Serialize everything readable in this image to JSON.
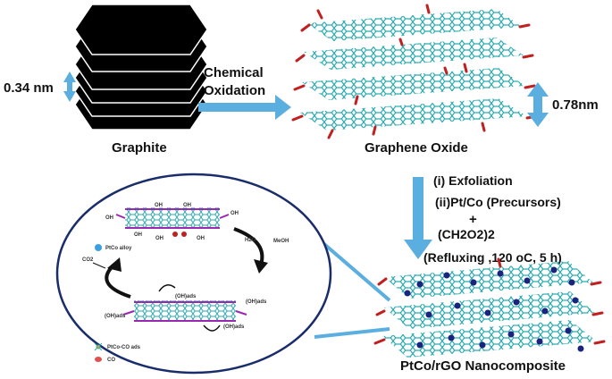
{
  "labels": {
    "graphite": "Graphite",
    "spacing_graphite": "0.34 nm",
    "oxidation_line1": "Chemical",
    "oxidation_line2": "Oxidation",
    "graphene_oxide": "Graphene Oxide",
    "spacing_go": "0.78nm",
    "step1": "(i) Exfoliation",
    "step2": "(ii)Pt/Co (Precursors)",
    "plus": "+",
    "reagent": "(CH2O2)2",
    "conditions": "(Refluxing ,120 oC, 5 h)",
    "product": "PtCo/rGO Nanocomposite"
  },
  "inset": {
    "legend_alloy": "PtCo alloy",
    "legend_adsorbed": "PtCo-CO ads",
    "legend_co": "CO",
    "h2o": "H2O",
    "meoh": "MeOH",
    "co2": "CO2",
    "oh": "OH",
    "oh_ads": "(OH)ads"
  },
  "colors": {
    "lattice": "#2aa9b0",
    "oxygen_group": "#c02020",
    "arrow_blue": "#5aaee0",
    "nanoparticle": "#1a237e",
    "circle_border": "#1a2d6b",
    "molecule": "#9c27b0",
    "graphite_block": "#000000"
  }
}
